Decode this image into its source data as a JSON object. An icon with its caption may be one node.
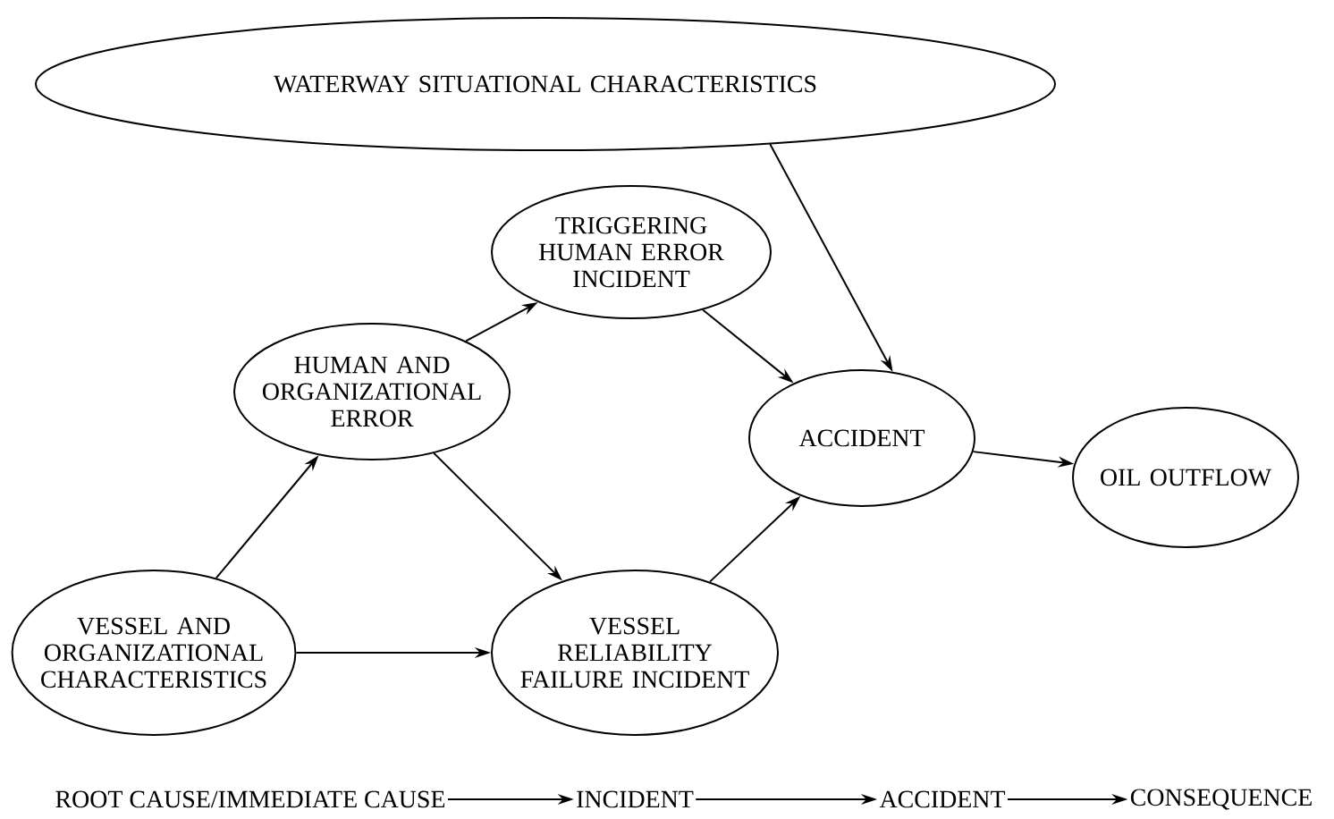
{
  "diagram": {
    "nodes": [
      {
        "text": [
          "WATERWAY SITUATIONAL CHARACTERISTICS"
        ]
      },
      {
        "text": [
          "TRIGGERING HUMAN ERROR INCIDENT"
        ]
      },
      {
        "text": [
          "HUMAN AND ORGANIZATIONAL ERROR"
        ]
      },
      {
        "text": [
          "ACCIDENT"
        ]
      },
      {
        "text": [
          "OIL OUTFLOW"
        ]
      },
      {
        "text": [
          "VESSEL AND ORGANIZATIONAL CHARACTERISTICS"
        ]
      },
      {
        "text": [
          "VESSEL RELIABILITY FAILURE INCIDENT"
        ]
      },
      {
        "text": [
          "ROOT CAUSE/IMMEDIATE CAUSE"
        ]
      },
      {
        "text": [
          "INCIDENT"
        ]
      },
      {
        "text": [
          "ACCIDENT"
        ]
      },
      {
        "text": [
          "CONSEQUENCE"
        ]
      }
    ],
    "edges": [
      {
        "from": 5,
        "to": 2,
        "arrow": "to"
      },
      {
        "from": 2,
        "to": 1,
        "arrow": "to"
      },
      {
        "from": 2,
        "to": 6,
        "arrow": "to"
      },
      {
        "from": 5,
        "to": 6,
        "arrow": "to"
      },
      {
        "from": 1,
        "to": 3,
        "arrow": "to"
      },
      {
        "from": 6,
        "to": 3,
        "arrow": "to"
      },
      {
        "from": 0,
        "to": 3,
        "arrow": "to"
      },
      {
        "from": 3,
        "to": 4,
        "arrow": "to"
      },
      {
        "from": 7,
        "to": 8,
        "arrow": "to"
      },
      {
        "from": 8,
        "to": 9,
        "arrow": "to"
      },
      {
        "from": 9,
        "to": 10,
        "arrow": "to"
      }
    ]
  }
}
